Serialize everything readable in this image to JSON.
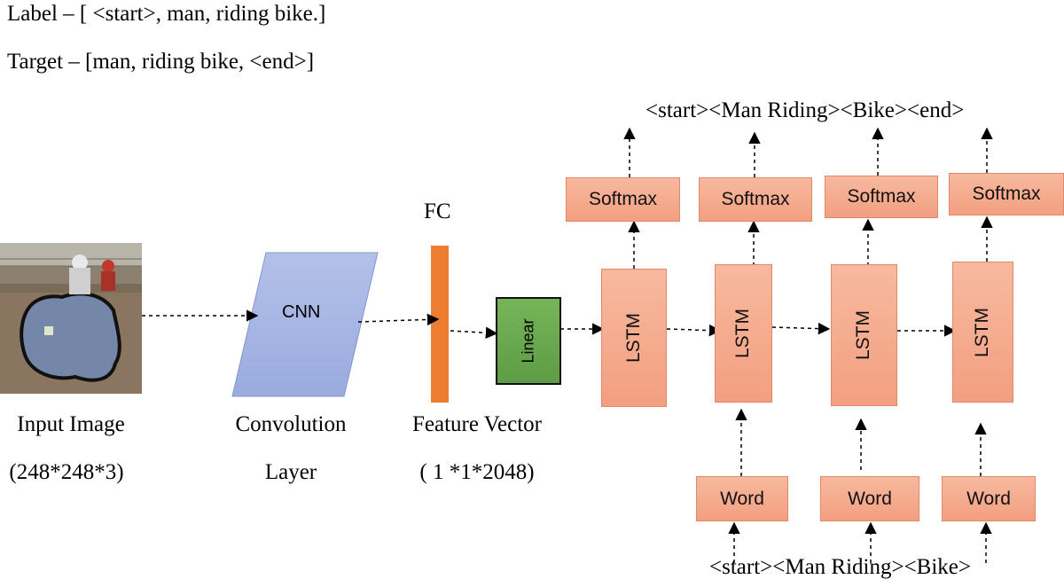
{
  "header": {
    "label_line": "Label – [ <start>, man, riding bike.]",
    "target_line": "Target – [man, riding bike, <end>]"
  },
  "output_sequence": "<start><Man Riding><Bike><end>",
  "input_sequence": "<start><Man Riding><Bike>",
  "input_image": {
    "caption_line1": "Input Image",
    "caption_line2": "(248*248*3)"
  },
  "cnn": {
    "label": "CNN",
    "caption_line1": "Convolution",
    "caption_line2": "Layer"
  },
  "fc": {
    "label": "FC",
    "caption_line1": "Feature Vector",
    "caption_line2": "( 1 *1*2048)"
  },
  "linear": {
    "label": "Linear"
  },
  "lstm_cells": [
    {
      "label": "LSTM"
    },
    {
      "label": "LSTM"
    },
    {
      "label": "LSTM"
    },
    {
      "label": "LSTM"
    }
  ],
  "softmax_boxes": [
    {
      "label": "Softmax"
    },
    {
      "label": "Softmax"
    },
    {
      "label": "Softmax"
    },
    {
      "label": "Softmax"
    }
  ],
  "word_boxes": [
    {
      "label": "Word"
    },
    {
      "label": "Word"
    },
    {
      "label": "Word"
    }
  ],
  "colors": {
    "cnn_fill": "#a4b4e3",
    "fc_bar": "#ed7d31",
    "linear_fill": "#6aa84f",
    "box_fill": "#f4a787"
  }
}
